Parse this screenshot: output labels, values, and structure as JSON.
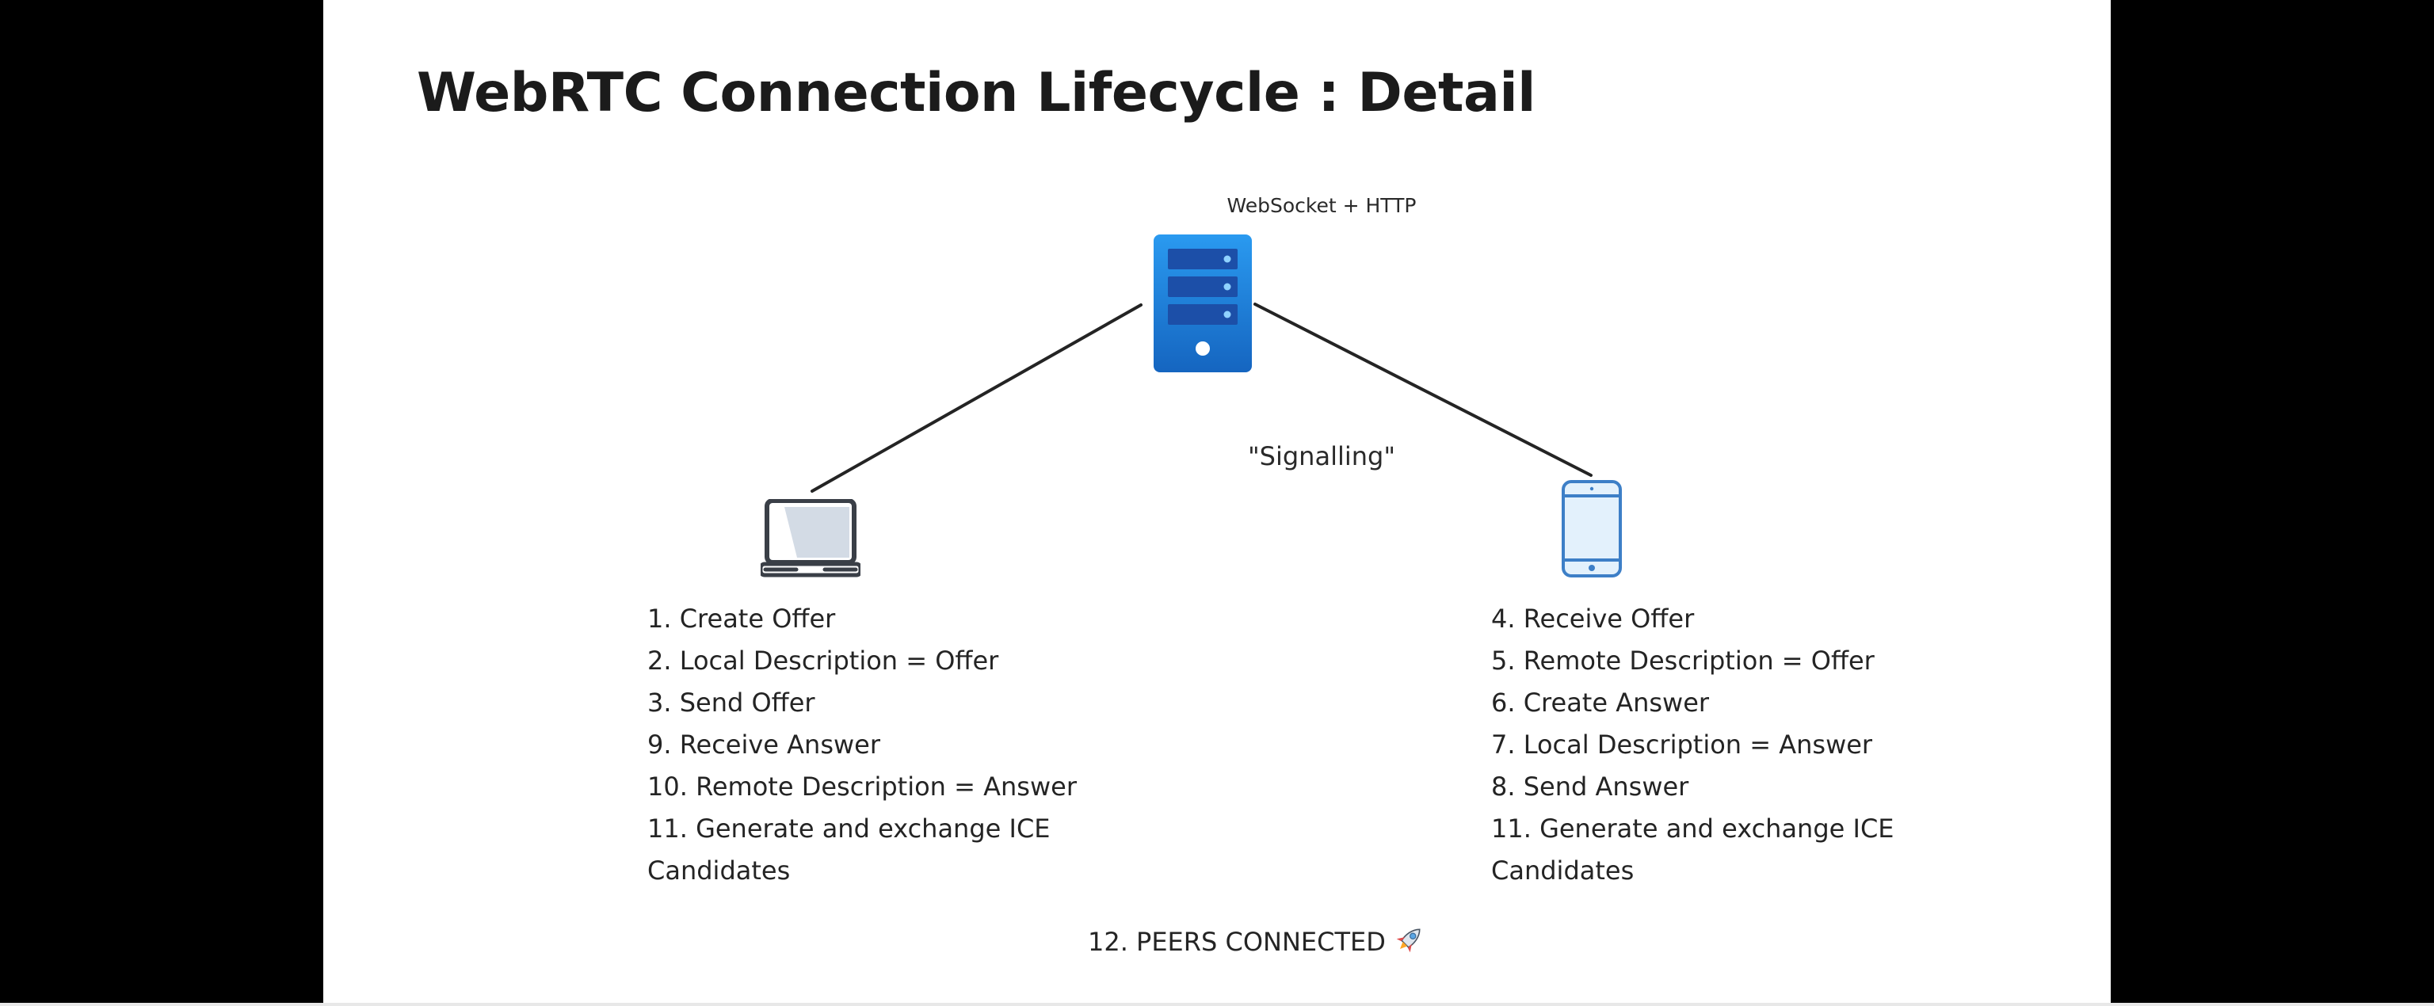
{
  "slide": {
    "title": "WebRTC Connection Lifecycle : Detail"
  },
  "diagram": {
    "server": {
      "label": "WebSocket + HTTP",
      "icon": "server-icon",
      "color": "#1e88e5"
    },
    "connection_label": "\"Signalling\"",
    "left_peer": {
      "icon": "laptop-icon",
      "steps": [
        "1. Create Offer",
        "2. Local Description = Offer",
        "3. Send Offer",
        "9. Receive Answer",
        "10. Remote Description = Answer",
        "11. Generate and exchange ICE",
        "Candidates"
      ]
    },
    "right_peer": {
      "icon": "smartphone-icon",
      "color": "#3d7fc7",
      "steps": [
        "4. Receive Offer",
        "5. Remote Description = Offer",
        "6. Create Answer",
        "7. Local Description = Answer",
        "8. Send Answer",
        "11. Generate and exchange ICE",
        "Candidates"
      ]
    },
    "footer": {
      "text": "12. PEERS CONNECTED",
      "icon": "rocket-icon"
    }
  }
}
